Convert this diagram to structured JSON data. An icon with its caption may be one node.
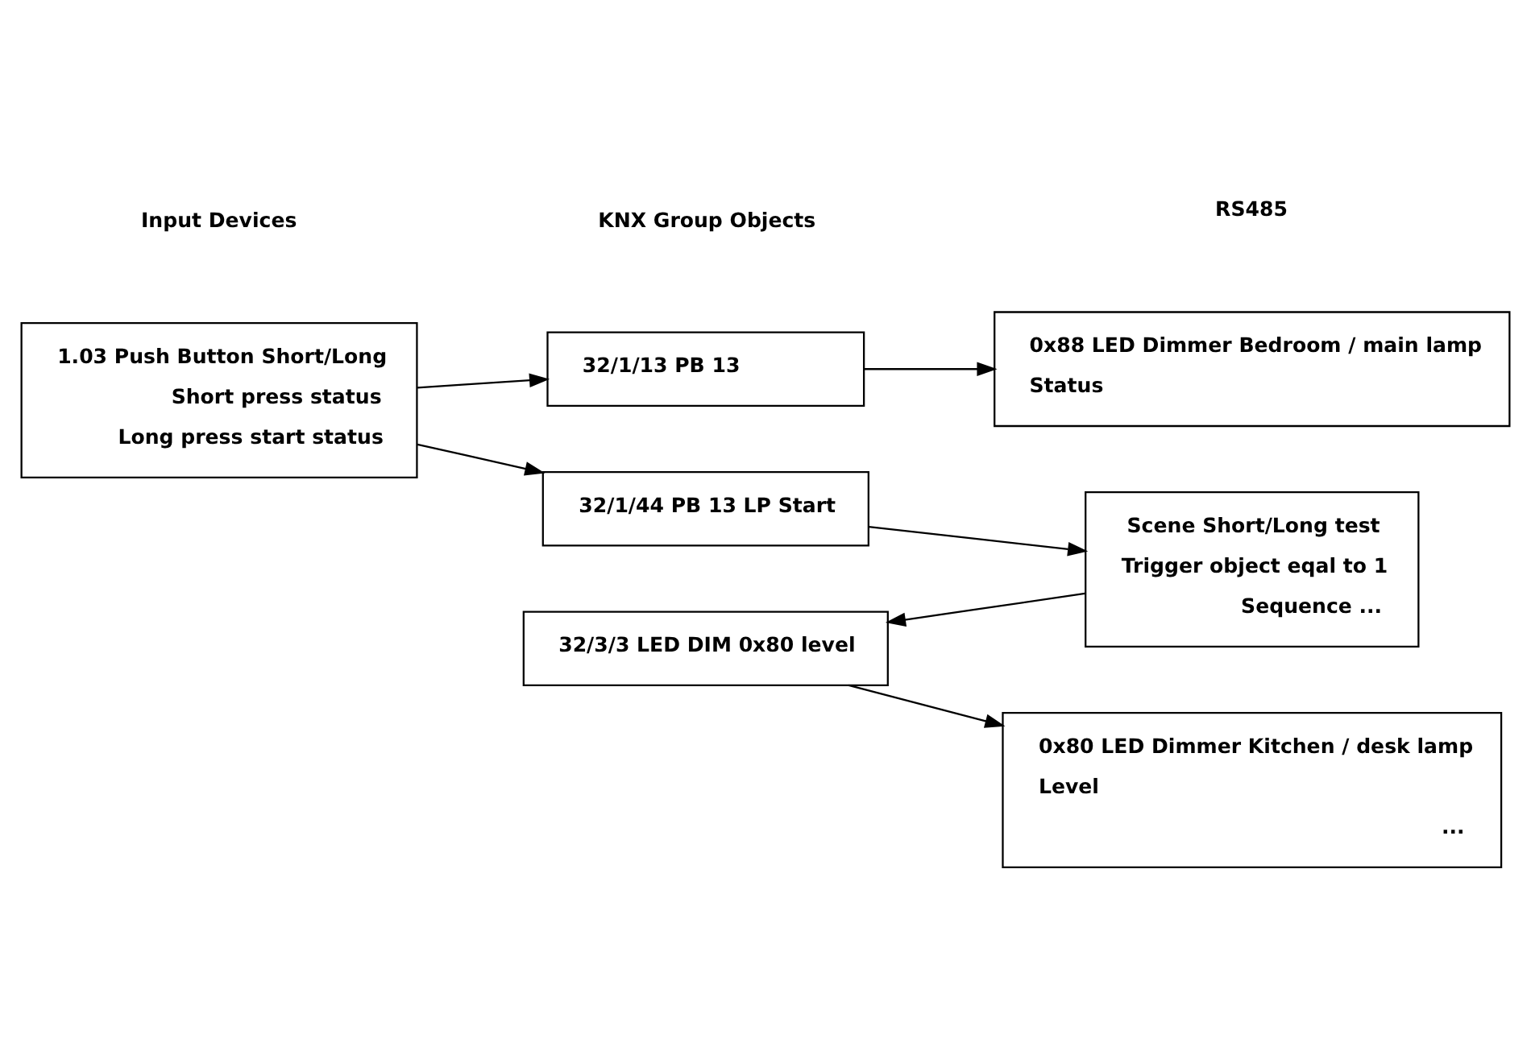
{
  "diagram": {
    "nodes": [
      {
        "text": [
          "1.03 Push Button Short/Long",
          "Short press status",
          "Long press start status"
        ]
      },
      {
        "text": [
          "32/1/13 PB 13"
        ]
      },
      {
        "text": [
          "32/1/44 PB 13 LP Start"
        ]
      },
      {
        "text": [
          "0x88 LED Dimmer Bedroom / main lamp",
          "Status"
        ]
      },
      {
        "text": [
          "Scene Short/Long test",
          "Trigger object eqal to 1",
          "Sequence ..."
        ]
      },
      {
        "text": [
          "32/3/3 LED DIM 0x80 level"
        ]
      },
      {
        "text": [
          "0x80 LED Dimmer Kitchen / desk lamp",
          "Level",
          "..."
        ]
      }
    ],
    "edges": [
      {
        "from": 0,
        "to": 1,
        "arrow": "to"
      },
      {
        "from": 0,
        "to": 2,
        "arrow": "to"
      },
      {
        "from": 1,
        "to": 3,
        "arrow": "to"
      },
      {
        "from": 2,
        "to": 4,
        "arrow": "to"
      },
      {
        "from": 4,
        "to": 5,
        "arrow": "to"
      },
      {
        "from": 5,
        "to": 6,
        "arrow": "to"
      }
    ],
    "labels": [
      "Input Devices",
      "KNX Group Objects",
      "RS485"
    ]
  }
}
